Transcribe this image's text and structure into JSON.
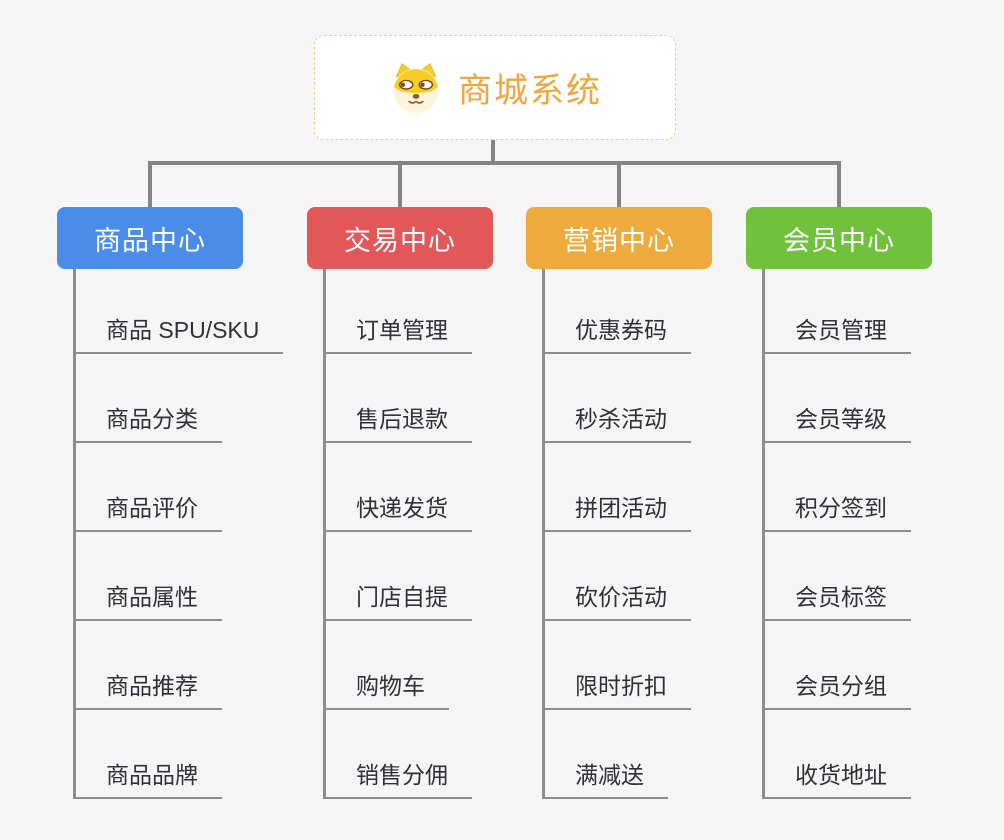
{
  "root": {
    "title": "商城系统",
    "icon": "dog-face-icon"
  },
  "theme": {
    "background": "#f5f5f6",
    "connector_color": "#848484",
    "leaf_underline_color": "#8d8d8d",
    "leaf_text_color": "#2e3137",
    "root_text_color": "#f0a63e",
    "root_border_color": "#f2cd8e",
    "root_background": "#ffffff"
  },
  "branches": [
    {
      "label": "商品中心",
      "color": "#4a8de8",
      "items": [
        "商品 SPU/SKU",
        "商品分类",
        "商品评价",
        "商品属性",
        "商品推荐",
        "商品品牌"
      ]
    },
    {
      "label": "交易中心",
      "color": "#e25858",
      "items": [
        "订单管理",
        "售后退款",
        "快递发货",
        "门店自提",
        "购物车",
        "销售分佣"
      ]
    },
    {
      "label": "营销中心",
      "color": "#ecab3c",
      "items": [
        "优惠券码",
        "秒杀活动",
        "拼团活动",
        "砍价活动",
        "限时折扣",
        "满减送"
      ]
    },
    {
      "label": "会员中心",
      "color": "#70c23c",
      "items": [
        "会员管理",
        "会员等级",
        "积分签到",
        "会员标签",
        "会员分组",
        "收货地址"
      ]
    }
  ]
}
